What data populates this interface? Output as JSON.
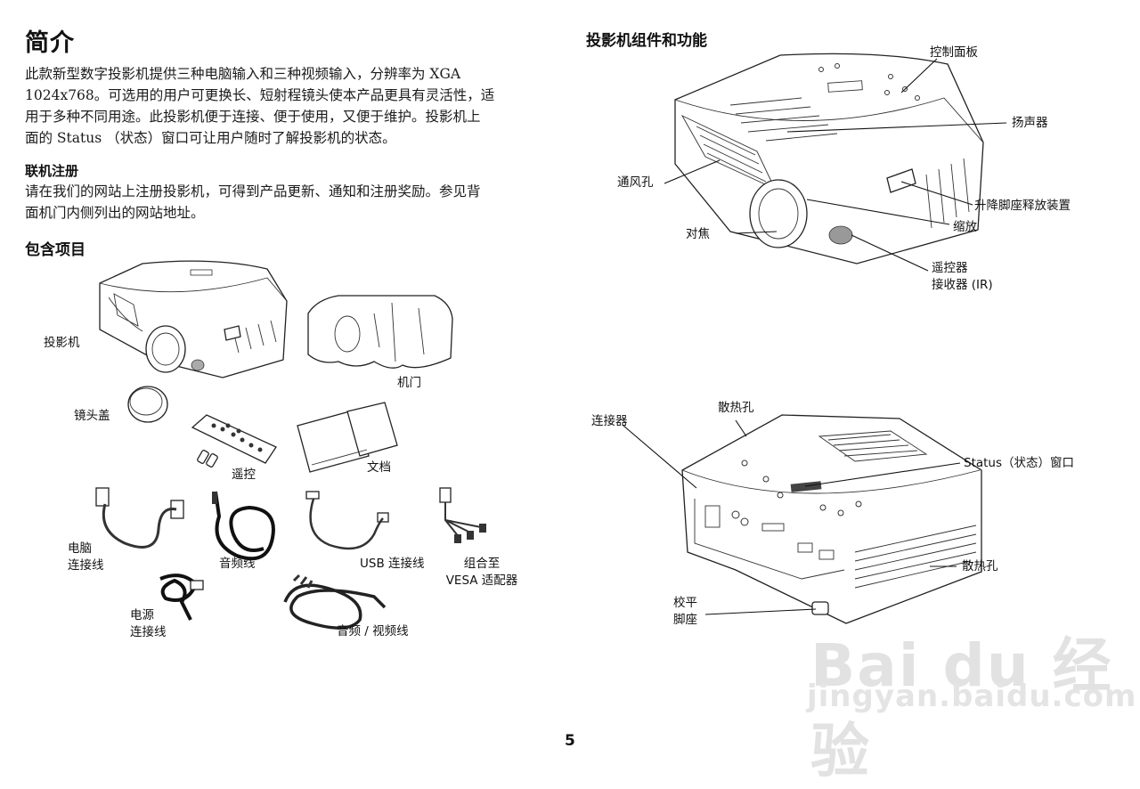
{
  "left": {
    "title": "简介",
    "intro": {
      "line1": "此款新型数字投影机提供三种电脑输入和三种视频输入，分辨率为 XGA",
      "line2": "1024x768。可选用的用户可更换长、短射程镜头使本产品更具有灵活性，适",
      "line3": "用于多种不同用途。此投影机便于连接、便于使用，又便于维护。投影机上",
      "line4": "面的 Status （状态）窗口可让用户随时了解投影机的状态。"
    },
    "registration": {
      "heading": "联机注册",
      "line1": "请在我们的网站上注册投影机，可得到产品更新、通知和注册奖励。参见背",
      "line2": "面机门内侧列出的网站地址。"
    },
    "included": {
      "heading": "包含项目",
      "labels": {
        "projector": "投影机",
        "door": "机门",
        "lens_cap": "镜头盖",
        "remote": "遥控",
        "docs": "文档",
        "computer_cable_1": "电脑",
        "computer_cable_2": "连接线",
        "audio_cable": "音频线",
        "usb_cable": "USB 连接线",
        "vesa_1": "组合至",
        "vesa_2": "VESA 适配器",
        "power_1": "电源",
        "power_2": "连接线",
        "av_cable": "音频 / 视频线"
      }
    }
  },
  "right": {
    "heading": "投影机组件和功能",
    "front": {
      "control_panel": "控制面板",
      "speaker": "扬声器",
      "vents": "通风孔",
      "foot_release": "升降脚座释放装置",
      "focus": "对焦",
      "zoom": "缩放",
      "ir_1": "遥控器",
      "ir_2": "接收器 (IR)"
    },
    "back": {
      "exhaust_top": "散热孔",
      "connectors": "连接器",
      "status_window": "Status（状态）窗口",
      "exhaust_side": "散热孔",
      "level_1": "校平",
      "level_2": "脚座"
    }
  },
  "page_number": "5",
  "watermark": {
    "brand": "Bai du 经验",
    "url": "jingyan.baidu.com"
  }
}
